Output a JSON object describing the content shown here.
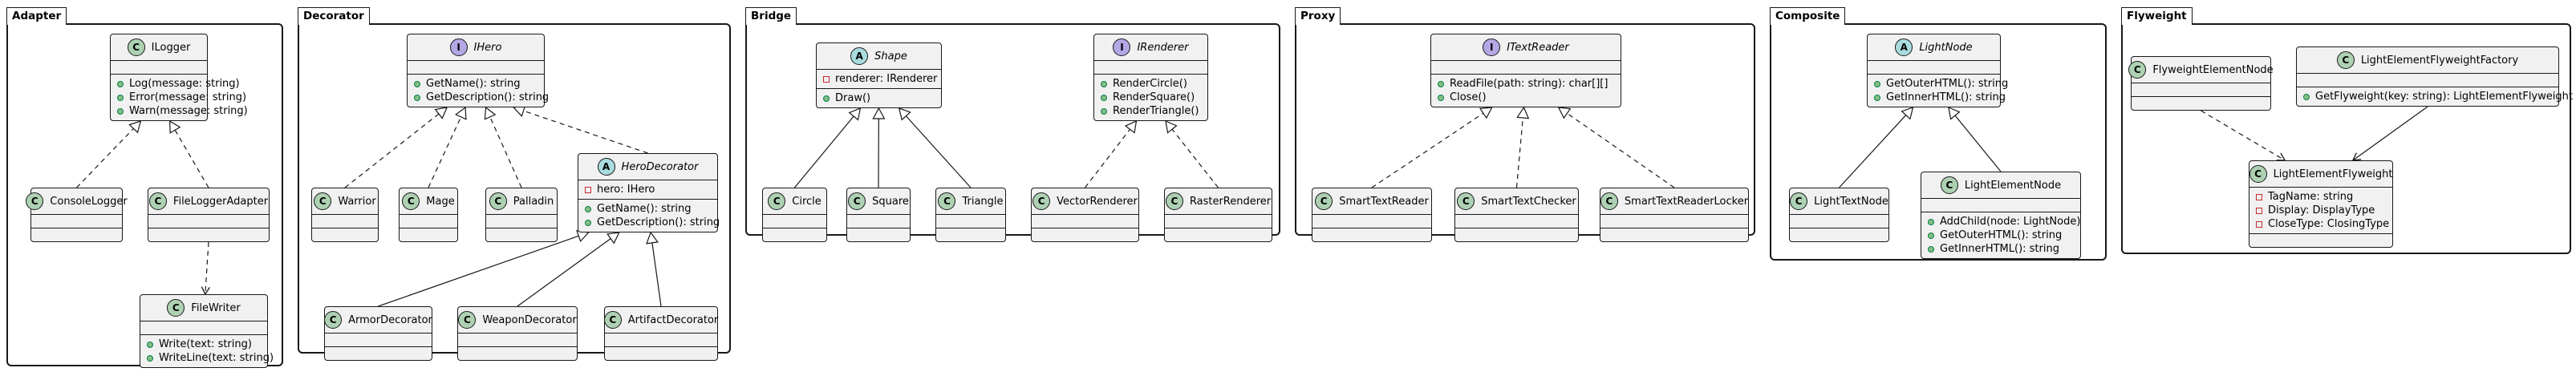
{
  "packages": [
    {
      "id": "adapter",
      "name": "Adapter"
    },
    {
      "id": "decorator",
      "name": "Decorator"
    },
    {
      "id": "bridge",
      "name": "Bridge"
    },
    {
      "id": "proxy",
      "name": "Proxy"
    },
    {
      "id": "composite",
      "name": "Composite"
    },
    {
      "id": "flyweight",
      "name": "Flyweight"
    }
  ],
  "classes": [
    {
      "id": "ILogger",
      "name": "ILogger",
      "stereotype": "C",
      "abstract": false,
      "fields": [],
      "methods": [
        {
          "vis": "+",
          "text": "Log(message: string)"
        },
        {
          "vis": "+",
          "text": "Error(message: string)"
        },
        {
          "vis": "+",
          "text": "Warn(message: string)"
        }
      ]
    },
    {
      "id": "ConsoleLogger",
      "name": "ConsoleLogger",
      "stereotype": "C",
      "abstract": false,
      "fields": [],
      "methods": []
    },
    {
      "id": "FileLoggerAdapter",
      "name": "FileLoggerAdapter",
      "stereotype": "C",
      "abstract": false,
      "fields": [],
      "methods": []
    },
    {
      "id": "FileWriter",
      "name": "FileWriter",
      "stereotype": "C",
      "abstract": false,
      "fields": [],
      "methods": [
        {
          "vis": "+",
          "text": "Write(text: string)"
        },
        {
          "vis": "+",
          "text": "WriteLine(text: string)"
        }
      ]
    },
    {
      "id": "IHero",
      "name": "IHero",
      "stereotype": "I",
      "abstract": true,
      "fields": [],
      "methods": [
        {
          "vis": "+",
          "text": "GetName(): string"
        },
        {
          "vis": "+",
          "text": "GetDescription(): string"
        }
      ]
    },
    {
      "id": "Warrior",
      "name": "Warrior",
      "stereotype": "C",
      "abstract": false,
      "fields": [],
      "methods": []
    },
    {
      "id": "Mage",
      "name": "Mage",
      "stereotype": "C",
      "abstract": false,
      "fields": [],
      "methods": []
    },
    {
      "id": "Palladin",
      "name": "Palladin",
      "stereotype": "C",
      "abstract": false,
      "fields": [],
      "methods": []
    },
    {
      "id": "HeroDecorator",
      "name": "HeroDecorator",
      "stereotype": "A",
      "abstract": true,
      "fields": [
        {
          "vis": "-",
          "text": "hero: IHero"
        }
      ],
      "methods": [
        {
          "vis": "+",
          "text": "GetName(): string"
        },
        {
          "vis": "+",
          "text": "GetDescription(): string"
        }
      ]
    },
    {
      "id": "ArmorDecorator",
      "name": "ArmorDecorator",
      "stereotype": "C",
      "abstract": false,
      "fields": [],
      "methods": []
    },
    {
      "id": "WeaponDecorator",
      "name": "WeaponDecorator",
      "stereotype": "C",
      "abstract": false,
      "fields": [],
      "methods": []
    },
    {
      "id": "ArtifactDecorator",
      "name": "ArtifactDecorator",
      "stereotype": "C",
      "abstract": false,
      "fields": [],
      "methods": []
    },
    {
      "id": "Shape",
      "name": "Shape",
      "stereotype": "A",
      "abstract": true,
      "fields": [
        {
          "vis": "-",
          "text": "renderer: IRenderer"
        }
      ],
      "methods": [
        {
          "vis": "+",
          "text": "Draw()"
        }
      ]
    },
    {
      "id": "IRenderer",
      "name": "IRenderer",
      "stereotype": "I",
      "abstract": true,
      "fields": [],
      "methods": [
        {
          "vis": "+",
          "text": "RenderCircle()"
        },
        {
          "vis": "+",
          "text": "RenderSquare()"
        },
        {
          "vis": "+",
          "text": "RenderTriangle()"
        }
      ]
    },
    {
      "id": "Circle",
      "name": "Circle",
      "stereotype": "C",
      "abstract": false,
      "fields": [],
      "methods": []
    },
    {
      "id": "Square",
      "name": "Square",
      "stereotype": "C",
      "abstract": false,
      "fields": [],
      "methods": []
    },
    {
      "id": "Triangle",
      "name": "Triangle",
      "stereotype": "C",
      "abstract": false,
      "fields": [],
      "methods": []
    },
    {
      "id": "VectorRenderer",
      "name": "VectorRenderer",
      "stereotype": "C",
      "abstract": false,
      "fields": [],
      "methods": []
    },
    {
      "id": "RasterRenderer",
      "name": "RasterRenderer",
      "stereotype": "C",
      "abstract": false,
      "fields": [],
      "methods": []
    },
    {
      "id": "ITextReader",
      "name": "ITextReader",
      "stereotype": "I",
      "abstract": true,
      "fields": [],
      "methods": [
        {
          "vis": "+",
          "text": "ReadFile(path: string): char[][]"
        },
        {
          "vis": "+",
          "text": "Close()"
        }
      ]
    },
    {
      "id": "SmartTextReader",
      "name": "SmartTextReader",
      "stereotype": "C",
      "abstract": false,
      "fields": [],
      "methods": []
    },
    {
      "id": "SmartTextChecker",
      "name": "SmartTextChecker",
      "stereotype": "C",
      "abstract": false,
      "fields": [],
      "methods": []
    },
    {
      "id": "SmartTextReaderLocker",
      "name": "SmartTextReaderLocker",
      "stereotype": "C",
      "abstract": false,
      "fields": [],
      "methods": []
    },
    {
      "id": "LightNode",
      "name": "LightNode",
      "stereotype": "A",
      "abstract": true,
      "fields": [],
      "methods": [
        {
          "vis": "+",
          "text": "GetOuterHTML(): string"
        },
        {
          "vis": "+",
          "text": "GetInnerHTML(): string"
        }
      ]
    },
    {
      "id": "LightTextNode",
      "name": "LightTextNode",
      "stereotype": "C",
      "abstract": false,
      "fields": [],
      "methods": []
    },
    {
      "id": "LightElementNode",
      "name": "LightElementNode",
      "stereotype": "C",
      "abstract": false,
      "fields": [],
      "methods": [
        {
          "vis": "+",
          "text": "AddChild(node: LightNode)"
        },
        {
          "vis": "+",
          "text": "GetOuterHTML(): string"
        },
        {
          "vis": "+",
          "text": "GetInnerHTML(): string"
        }
      ]
    },
    {
      "id": "FlyweightElementNode",
      "name": "FlyweightElementNode",
      "stereotype": "C",
      "abstract": false,
      "fields": [],
      "methods": []
    },
    {
      "id": "LightElementFlyweightFactory",
      "name": "LightElementFlyweightFactory",
      "stereotype": "C",
      "abstract": false,
      "fields": [],
      "methods": [
        {
          "vis": "+",
          "text": "GetFlyweight(key: string): LightElementFlyweight"
        }
      ]
    },
    {
      "id": "LightElementFlyweight",
      "name": "LightElementFlyweight",
      "stereotype": "C",
      "abstract": false,
      "fields": [
        {
          "vis": "-",
          "text": "TagName: string"
        },
        {
          "vis": "-",
          "text": "Display: DisplayType"
        },
        {
          "vis": "-",
          "text": "CloseType: ClosingType"
        }
      ],
      "methods": []
    }
  ],
  "relations": [
    {
      "from": "ConsoleLogger",
      "to": "ILogger",
      "kind": "realization"
    },
    {
      "from": "FileLoggerAdapter",
      "to": "ILogger",
      "kind": "realization"
    },
    {
      "from": "FileLoggerAdapter",
      "to": "FileWriter",
      "kind": "dependency"
    },
    {
      "from": "Warrior",
      "to": "IHero",
      "kind": "realization"
    },
    {
      "from": "Mage",
      "to": "IHero",
      "kind": "realization"
    },
    {
      "from": "Palladin",
      "to": "IHero",
      "kind": "realization"
    },
    {
      "from": "HeroDecorator",
      "to": "IHero",
      "kind": "realization"
    },
    {
      "from": "ArmorDecorator",
      "to": "HeroDecorator",
      "kind": "inheritance"
    },
    {
      "from": "WeaponDecorator",
      "to": "HeroDecorator",
      "kind": "inheritance"
    },
    {
      "from": "ArtifactDecorator",
      "to": "HeroDecorator",
      "kind": "inheritance"
    },
    {
      "from": "Circle",
      "to": "Shape",
      "kind": "inheritance"
    },
    {
      "from": "Square",
      "to": "Shape",
      "kind": "inheritance"
    },
    {
      "from": "Triangle",
      "to": "Shape",
      "kind": "inheritance"
    },
    {
      "from": "VectorRenderer",
      "to": "IRenderer",
      "kind": "realization"
    },
    {
      "from": "RasterRenderer",
      "to": "IRenderer",
      "kind": "realization"
    },
    {
      "from": "SmartTextReader",
      "to": "ITextReader",
      "kind": "realization"
    },
    {
      "from": "SmartTextChecker",
      "to": "ITextReader",
      "kind": "realization"
    },
    {
      "from": "SmartTextReaderLocker",
      "to": "ITextReader",
      "kind": "realization"
    },
    {
      "from": "LightTextNode",
      "to": "LightNode",
      "kind": "inheritance"
    },
    {
      "from": "LightElementNode",
      "to": "LightNode",
      "kind": "inheritance"
    },
    {
      "from": "FlyweightElementNode",
      "to": "LightElementFlyweight",
      "kind": "dependency"
    },
    {
      "from": "LightElementFlyweightFactory",
      "to": "LightElementFlyweight",
      "kind": "association"
    }
  ]
}
